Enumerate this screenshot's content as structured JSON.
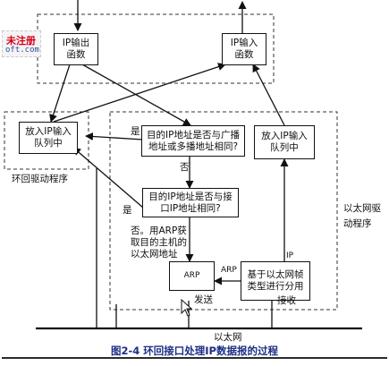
{
  "watermark": {
    "line1": "未注册",
    "line2": "oft.com"
  },
  "boxes": {
    "ip_output": [
      "IP输出",
      "函数"
    ],
    "ip_input_func": [
      "IP输入",
      "函数"
    ],
    "enqueue_left": [
      "放入IP输入",
      "队列中"
    ],
    "dest_check1": [
      "目的IP地址是否与广播",
      "地址或多播地址相同?"
    ],
    "enqueue_right": [
      "放入IP输入",
      "队列中"
    ],
    "dest_check2": [
      "目的IP地址是否与接",
      "口IP地址相同?"
    ],
    "arp": "ARP",
    "ethernet_demux": [
      "基于以太网帧",
      "类型进行分用"
    ]
  },
  "labels": {
    "yes1": "是",
    "no1": "否",
    "yes2": "是",
    "no_arp": [
      "否。用ARP获",
      "取目的主机的",
      "以太网地址"
    ],
    "loopback_driver": "环回驱动程序",
    "ethernet_driver": [
      "以太网驱",
      "动程序"
    ],
    "ip_arrow": "IP",
    "arp_arrow": "ARP",
    "send": "发送",
    "receive": "接收",
    "ethernet": "以太网"
  },
  "caption": "图2-4  环回接口处理IP数据报的过程"
}
